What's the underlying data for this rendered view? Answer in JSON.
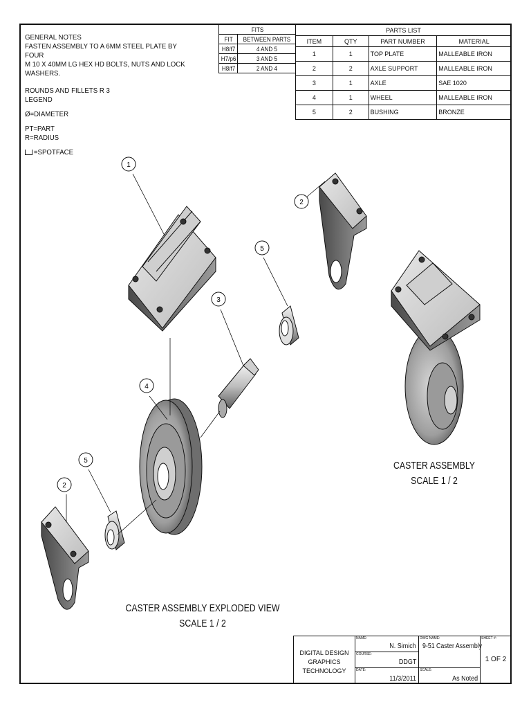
{
  "notes": {
    "title": "GENERAL NOTES",
    "line1": "FASTEN ASSEMBLY TO A 6MM STEEL PLATE BY FOUR",
    "line2": "M 10 X 40MM LG HEX HD BOLTS, NUTS AND LOCK",
    "line3": "WASHERS.",
    "rounds": "ROUNDS AND FILLETS R 3",
    "legend": "LEGEND",
    "diameter": "Ø=DIAMETER",
    "part": "PT=PART",
    "radius": "R=RADIUS",
    "spotface": "=SPOTFACE"
  },
  "fits": {
    "title": "FITS",
    "headers": [
      "FIT",
      "BETWEEN PARTS"
    ],
    "rows": [
      [
        "H8/f7",
        "4 AND 5"
      ],
      [
        "H7/p6",
        "3 AND 5"
      ],
      [
        "H8/f7",
        "2 AND 4"
      ]
    ]
  },
  "parts_list": {
    "title": "PARTS LIST",
    "headers": [
      "ITEM",
      "QTY",
      "PART NUMBER",
      "MATERIAL"
    ],
    "rows": [
      [
        "1",
        "1",
        "TOP PLATE",
        "MALLEABLE IRON"
      ],
      [
        "2",
        "2",
        "AXLE SUPPORT",
        "MALLEABLE IRON"
      ],
      [
        "3",
        "1",
        "AXLE",
        "SAE 1020"
      ],
      [
        "4",
        "1",
        "WHEEL",
        "MALLEABLE IRON"
      ],
      [
        "5",
        "2",
        "BUSHING",
        "BRONZE"
      ]
    ]
  },
  "balloons": [
    "1",
    "2",
    "5",
    "3",
    "4",
    "5",
    "2"
  ],
  "captions": {
    "assembly_title": "CASTER ASSEMBLY",
    "assembly_scale": "SCALE 1 / 2",
    "exploded_title": "CASTER ASSEMBLY EXPLODED VIEW",
    "exploded_scale": "SCALE 1 / 2"
  },
  "title_block": {
    "org_line1": "DIGITAL DESIGN",
    "org_line2": "GRAPHICS TECHNOLOGY",
    "name_label": "NAME:",
    "name": "N. Simich",
    "course_label": "COURSE:",
    "course": "DDGT",
    "date_label": "DATE:",
    "date": "11/3/2011",
    "dwg_label": "DWG NAME:",
    "dwg_name": "9-51 Caster Assembly",
    "scale_label": "SCALE:",
    "scale": "As Noted",
    "sheet_label": "SHEET #:",
    "sheet": "1 OF 2"
  }
}
